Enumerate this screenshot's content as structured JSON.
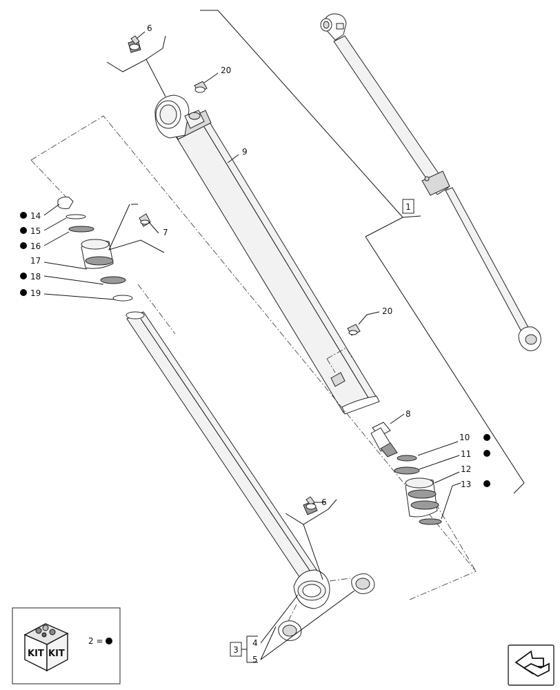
{
  "callouts": {
    "c1": "1",
    "c3": "3",
    "c4": "4",
    "c5": "5",
    "c6a": "6",
    "c6b": "6",
    "c7": "7",
    "c8": "8",
    "c9": "9",
    "c10": "10",
    "c11": "11",
    "c12": "12",
    "c13": "13",
    "c14": "14",
    "c15": "15",
    "c16": "16",
    "c17": "17",
    "c18": "18",
    "c19": "19",
    "c20a": "20",
    "c20b": "20"
  },
  "kit": {
    "label_left": "KIT",
    "label_right": "KIT",
    "legend": "2 ="
  },
  "icons": {
    "kit_marker": "filled-circle",
    "nav": "arrow-navigation-icon"
  }
}
